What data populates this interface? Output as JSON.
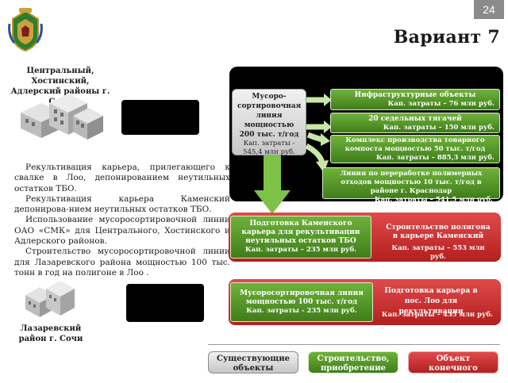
{
  "page_number": "24",
  "title": "Вариант 7",
  "regions": {
    "top": "Центральный, Хостинский, Адлерский районы г. Сочи",
    "bottom": "Лазаревский район г. Сочи"
  },
  "description": [
    "Рекультивация карьера, прилегающего к свалке в Лоо, депонированием неутильных остатков ТБО.",
    "Рекультивация карьера Каменский депонирова-нием неутильных остатков ТБО.",
    "Использование мусоросортировочной линии ОАО «СМК» для Центрального, Хостинского и Адлерского районов.",
    "Строительство мусоросортировочной линии для Лазаревского района мощностью 100 тыс. тонн в год на полигоне в Лоо ."
  ],
  "sorting_line": {
    "text": "Мусоро-сортировочная линия мощностью 200 тыс. т/год",
    "cost": "Кап. затраты - 545,4 млн руб."
  },
  "right_items": [
    {
      "title": "Инфраструктурные объекты",
      "cost": "Кап. затраты – 76 млн руб."
    },
    {
      "title": "20 седельных тягачей",
      "cost": "Кап. затраты – 150 млн руб."
    },
    {
      "title": "Комплекс производства товарного компоста мощностью 50 тыс. т/год",
      "cost": "Кап. затраты – 885,3 млн руб."
    },
    {
      "title": "Линия по переработке полимерных отходов мощностью 10 тыс. т/год в районе г. Краснодар",
      "cost": "Кап. затраты – 541,5 млн руб."
    }
  ],
  "kamensky": {
    "prep_title": "Подготовка Каменского карьера для рекультивации неутильных остатков ТБО",
    "prep_cost": "Кап. затраты – 235 млн руб.",
    "build_title": "Строительство полигона в карьере Каменский",
    "build_cost": "Кап. затраты – 553 млн руб."
  },
  "loo": {
    "line_title": "Мусоросортировочная линия мощностью 100 тыс. т/год",
    "line_cost": "Кап. затраты - 235 млн руб.",
    "prep_title": "Подготовка карьера в пос. Лоо для рекультивации",
    "prep_cost": "Кап. затраты – 435 млн руб."
  },
  "legend": {
    "existing": "Существующие объекты",
    "construction": "Строительство, приобретение",
    "final": "Объект конечного обезвреживания"
  },
  "colors": {
    "green": "#4f9126",
    "red": "#c62d2d",
    "gray": "#d7d7d7",
    "black_panel": "#000000"
  }
}
